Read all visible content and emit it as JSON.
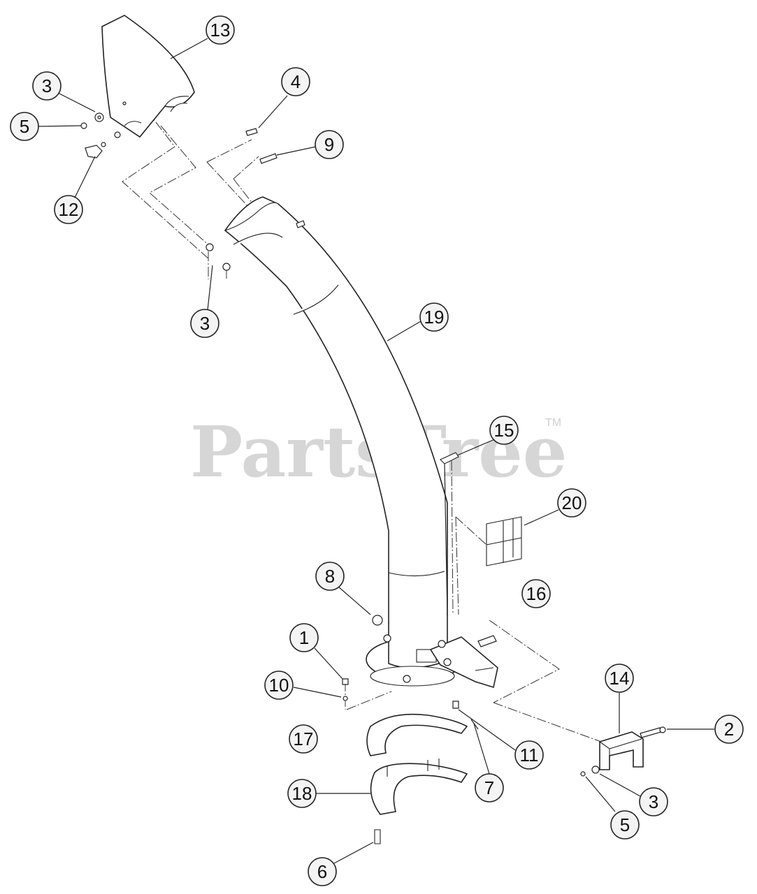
{
  "watermark": {
    "brand": "PartsTree",
    "trademark": "TM"
  },
  "callouts": [
    "13",
    "3",
    "5",
    "4",
    "9",
    "12",
    "3",
    "19",
    "15",
    "20",
    "8",
    "16",
    "1",
    "10",
    "14",
    "2",
    "17",
    "11",
    "18",
    "7",
    "3",
    "5",
    "6"
  ]
}
